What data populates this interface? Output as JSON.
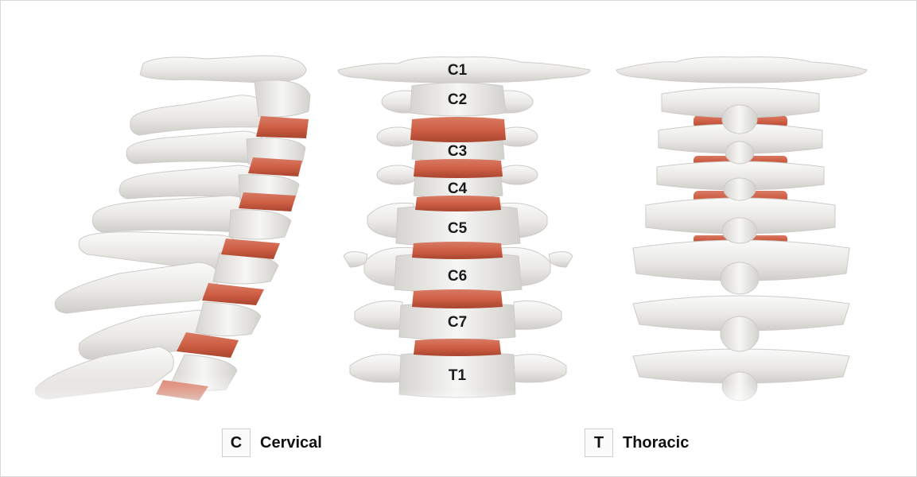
{
  "colors": {
    "bone": "#ecebe8",
    "bone_shadow": "#c8c6c2",
    "disc": "#cf5f45",
    "disc_dark": "#b04a34",
    "text": "#111111",
    "border": "#cfcfcf"
  },
  "front_view": {
    "vertebrae": [
      {
        "label": "C1"
      },
      {
        "label": "C2"
      },
      {
        "label": "C3"
      },
      {
        "label": "C4"
      },
      {
        "label": "C5"
      },
      {
        "label": "C6"
      },
      {
        "label": "C7"
      },
      {
        "label": "T1"
      }
    ]
  },
  "legend": [
    {
      "key": "C",
      "text": "Cervical"
    },
    {
      "key": "T",
      "text": "Thoracic"
    }
  ]
}
